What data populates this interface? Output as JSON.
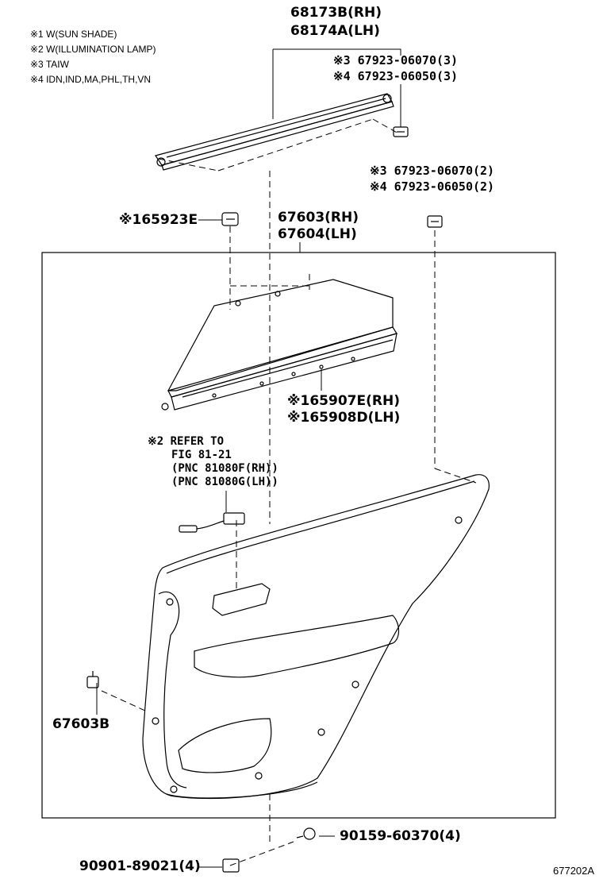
{
  "notes": [
    "※1 W(SUN SHADE)",
    "※2 W(ILLUMINATION LAMP)",
    "※3 TAIW",
    "※4 IDN,IND,MA,PHL,TH,VN"
  ],
  "parts": {
    "weatherstrip_rh": "68173B(RH)",
    "weatherstrip_lh": "68174A(LH)",
    "clip_top_3": "※3 67923-06070(3)",
    "clip_top_4": "※4 67923-06050(3)",
    "clip_right_3": "※3 67923-06070(2)",
    "clip_right_4": "※4 67923-06050(2)",
    "hook": "※165923E",
    "trim_rh": "67603(RH)",
    "trim_lh": "67604(LH)",
    "shade_rh": "※165907E(RH)",
    "shade_lh": "※165908D(LH)",
    "refer_1": "※2 REFER TO",
    "refer_2": "FIG 81-21",
    "refer_3": "(PNC 81080F(RH))",
    "refer_4": "(PNC 81080G(LH))",
    "clip_left": "67603B",
    "screw": "90159-60370(4)",
    "retainer": "90901-89021(4)"
  },
  "figure_id": "677202A"
}
